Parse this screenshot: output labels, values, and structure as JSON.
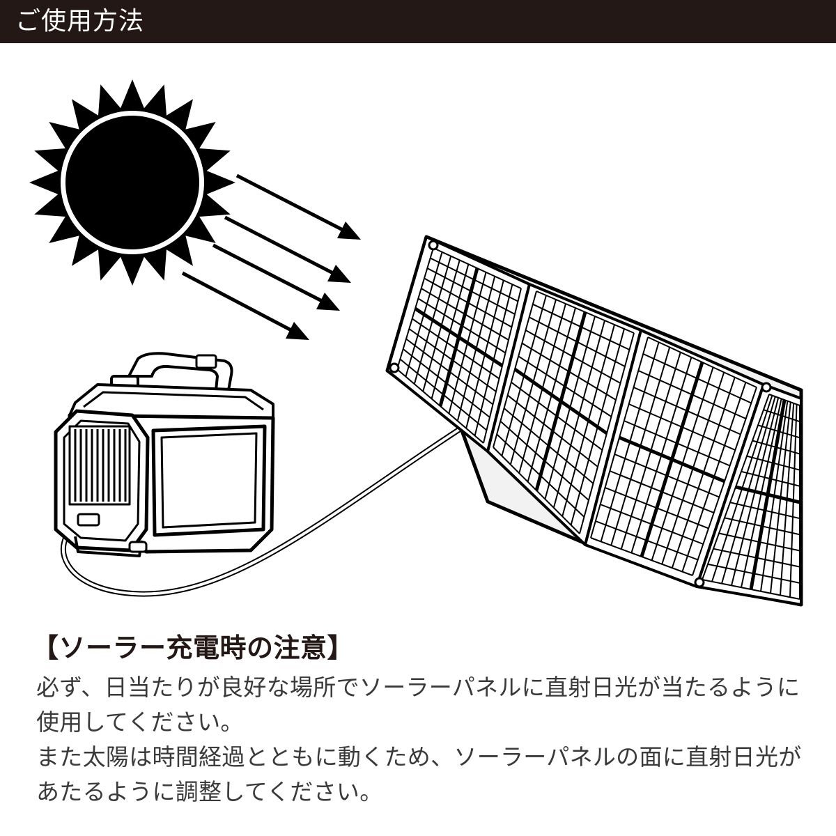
{
  "header": {
    "title": "ご使用方法"
  },
  "illustration": {
    "icons": [
      "sun-icon",
      "sunlight-arrow-icon",
      "portable-power-station",
      "solar-panel",
      "charging-cable"
    ],
    "colors": {
      "ink": "#231815",
      "background": "#ffffff"
    }
  },
  "notice": {
    "heading": "【ソーラー充電時の注意】",
    "lines": [
      "必ず、日当たりが良好な場所でソーラーパネルに直射日光が当たるように",
      "使用してください。",
      "また太陽は時間経過とともに動くため、ソーラーパネルの面に直射日光が",
      "あたるように調整してください。"
    ]
  }
}
